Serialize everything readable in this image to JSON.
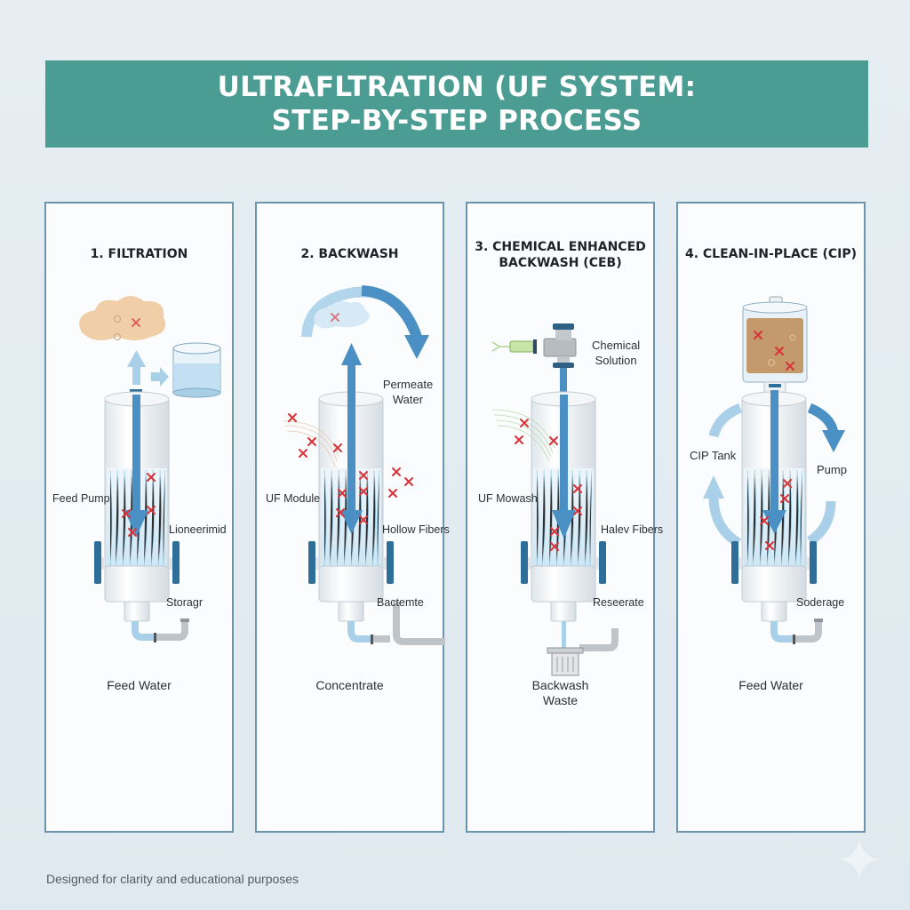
{
  "header": {
    "title_line1": "ULTRAFLTRATION (UF SYSTEM:",
    "title_line2": "STEP-BY-STEP PROCESS"
  },
  "colors": {
    "banner": "#4b9d93",
    "panel_border": "#6a95ad",
    "flow_arrow": "#4a90c4",
    "contaminant": "#d9333a",
    "foulant_cloud": "#f0cfa8"
  },
  "panels": [
    {
      "title": "1. FILTRATION",
      "labels": {
        "left": "Feed Pump",
        "right": "Lioneerimid",
        "outlet": "Storagr",
        "bottom": "Feed Water"
      },
      "icons": [
        "foulant-cloud-icon",
        "permeate-tank-icon",
        "uf-module-icon",
        "down-flow-arrow-icon",
        "contaminant-x-icon",
        "outlet-pipe-icon"
      ]
    },
    {
      "title": "2. BACKWASH",
      "labels": {
        "top_right": "Permeate Water",
        "left": "UF Module",
        "right": "Hollow Fibers",
        "outlet": "Bactemte",
        "bottom": "Concentrate"
      },
      "icons": [
        "reverse-flow-arc-icon",
        "up-flow-arrow-icon",
        "uf-module-icon",
        "contaminant-x-icon",
        "outlet-pipe-icon"
      ]
    },
    {
      "title_line1": "3. CHEMICAL ENHANCED",
      "title_line2": "BACKWASH (CEB)",
      "labels": {
        "top_right_line1": "Chemical",
        "top_right_line2": "Solution",
        "left": "UF Mowash",
        "right": "Halev Fibers",
        "outlet": "Reseerate",
        "bottom_line1": "Backwash",
        "bottom_line2": "Waste"
      },
      "icons": [
        "chemical-syringe-icon",
        "valve-icon",
        "uf-module-icon",
        "contaminant-x-icon",
        "waste-strainer-icon"
      ]
    },
    {
      "title": "4. CLEAN-IN-PLACE (CIP)",
      "labels": {
        "left": "CIP Tank",
        "right": "Pump",
        "outlet": "Soderage",
        "bottom": "Feed Water"
      },
      "icons": [
        "cip-tank-icon",
        "circulation-arrows-icon",
        "uf-module-icon",
        "contaminant-x-icon",
        "outlet-pipe-icon"
      ]
    }
  ],
  "footer": {
    "note": "Designed for clarity and educational purposes"
  }
}
